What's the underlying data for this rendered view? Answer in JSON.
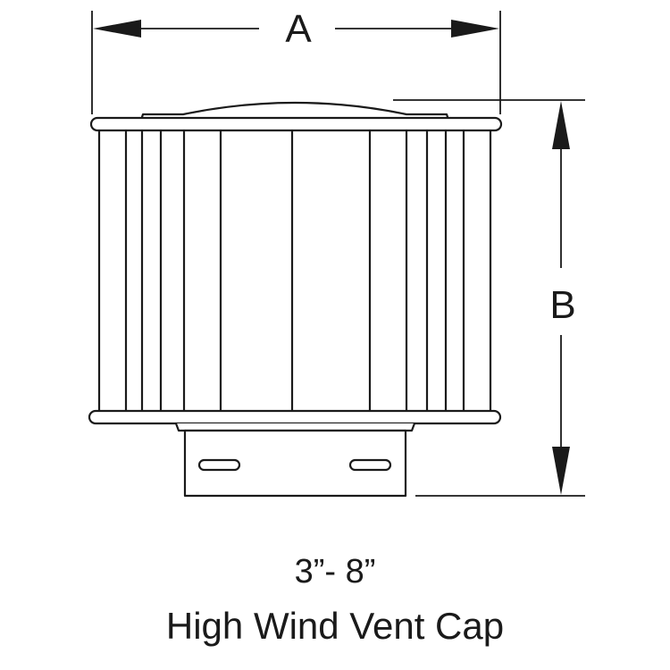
{
  "diagram": {
    "dimension_a_label": "A",
    "dimension_b_label": "B",
    "size_label": "3”- 8”",
    "product_title": "High Wind Vent Cap"
  },
  "colors": {
    "line": "#1a1a1a",
    "background": "#ffffff"
  }
}
